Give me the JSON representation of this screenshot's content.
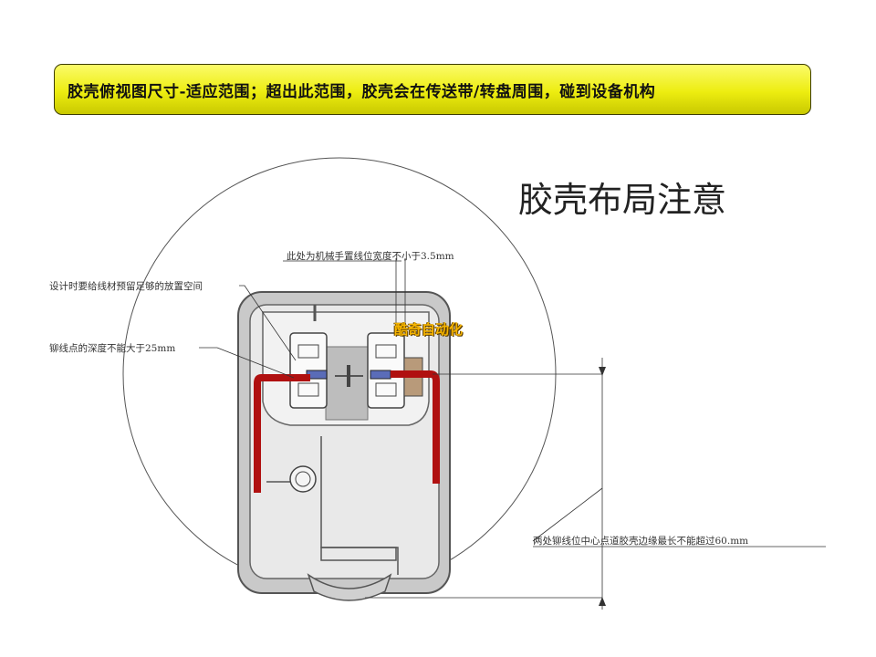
{
  "banner": {
    "text": "胶壳俯视图尺寸-适应范围；超出此范围，胶壳会在传送带/转盘周围，碰到设备机构"
  },
  "title": "胶壳布局注意",
  "annotations": {
    "wire_width": "此处为机械手置线位宽度不小于3.5mm",
    "placement_space": "设计时要给线材预留足够的放置空间",
    "rivet_depth": "铆线点的深度不能大于25mm",
    "max_distance": "两处铆线位中心点道胶壳边缘最长不能超过60.mm"
  },
  "watermark": "酷奇自动化",
  "colors": {
    "banner": "#f0f020",
    "wire": "#b01010",
    "housing": "#808080"
  }
}
